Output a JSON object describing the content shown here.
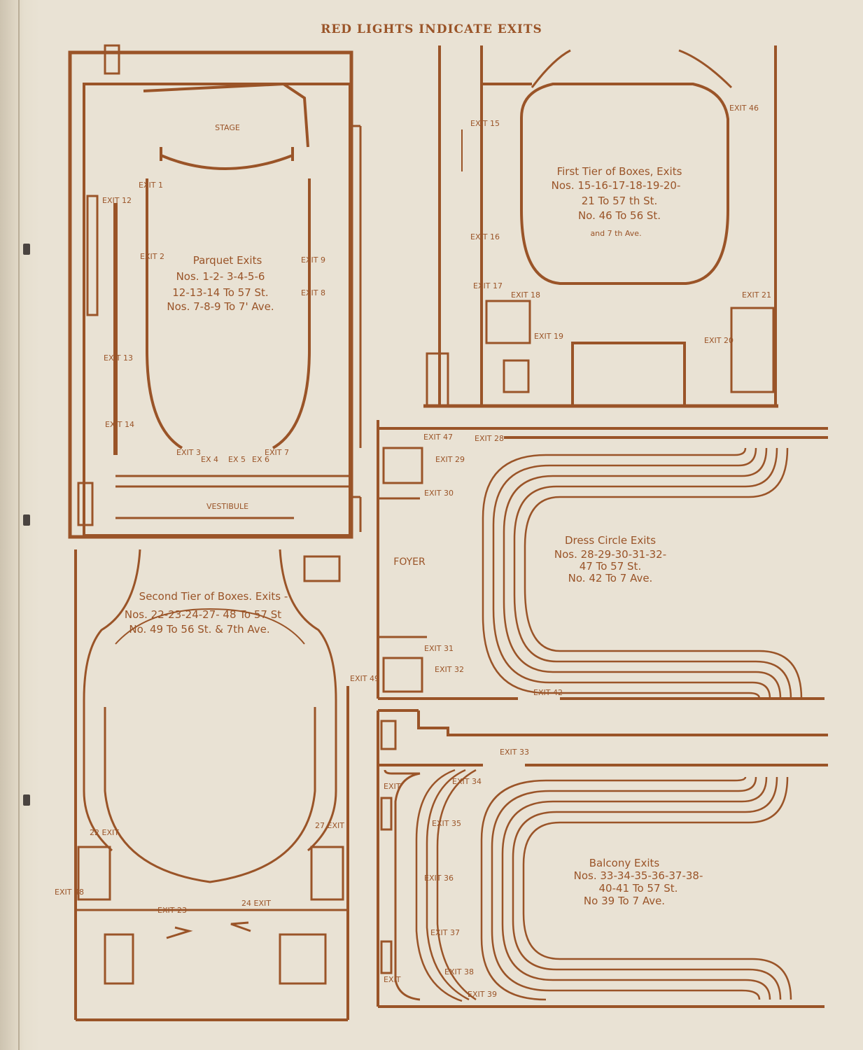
{
  "header": {
    "title": "RED LIGHTS INDICATE EXITS"
  },
  "colors": {
    "ink": "#9a5428",
    "paper": "#e9e2d4"
  },
  "plans": {
    "parquet": {
      "heading": "Parquet Exits",
      "lines": [
        "Nos. 1-2- 3-4-5-6",
        "12-13-14 To 57 St.",
        "Nos. 7-8-9 To 7' Ave."
      ],
      "stage": "STAGE",
      "vestibule": "VESTIBULE",
      "exits": [
        "EXIT 1",
        "EXIT 2",
        "EXIT 12",
        "EXIT 13",
        "EXIT 14",
        "EXIT 9",
        "EXIT 8",
        "EXIT 3",
        "EX 4",
        "EX 5",
        "EX 6",
        "EXIT 7"
      ]
    },
    "first_tier": {
      "heading": "First Tier of Boxes, Exits",
      "lines": [
        "Nos. 15-16-17-18-19-20-",
        "21 To 57 th St.",
        "No. 46 To 56 St.",
        "and 7 th Ave."
      ],
      "exits": [
        "EXIT 15",
        "EXIT 16",
        "EXIT 17",
        "EXIT 18",
        "EXIT 19",
        "EXIT 20",
        "EXIT 21",
        "EXIT 46"
      ]
    },
    "dress_circle": {
      "heading": "Dress Circle Exits",
      "lines": [
        "Nos. 28-29-30-31-32-",
        "47 To 57 St.",
        "No. 42 To 7 Ave."
      ],
      "foyer": "FOYER",
      "exits": [
        "EXIT 47",
        "EXIT 28",
        "EXIT 29",
        "EXIT 30",
        "EXIT 31",
        "EXIT 32",
        "EXIT 42"
      ]
    },
    "second_tier": {
      "heading": "Second Tier of Boxes. Exits -",
      "lines": [
        "Nos. 22-23-24-27- 48 To 57 St",
        "No. 49 To 56 St. & 7th Ave."
      ],
      "exits": [
        "EXIT 49",
        "22 EXIT",
        "27 EXIT",
        "EXIT 48",
        "EXIT 23",
        "24 EXIT"
      ]
    },
    "balcony": {
      "heading": "Balcony Exits",
      "lines": [
        "Nos. 33-34-35-36-37-38-",
        "40-41 To 57 St.",
        "No 39 To 7 Ave."
      ],
      "exits": [
        "EXIT 33",
        "EXIT",
        "EXIT 34",
        "EXIT 35",
        "EXIT 36",
        "EXIT 37",
        "EXIT",
        "EXIT 38",
        "EXIT 39"
      ]
    }
  }
}
